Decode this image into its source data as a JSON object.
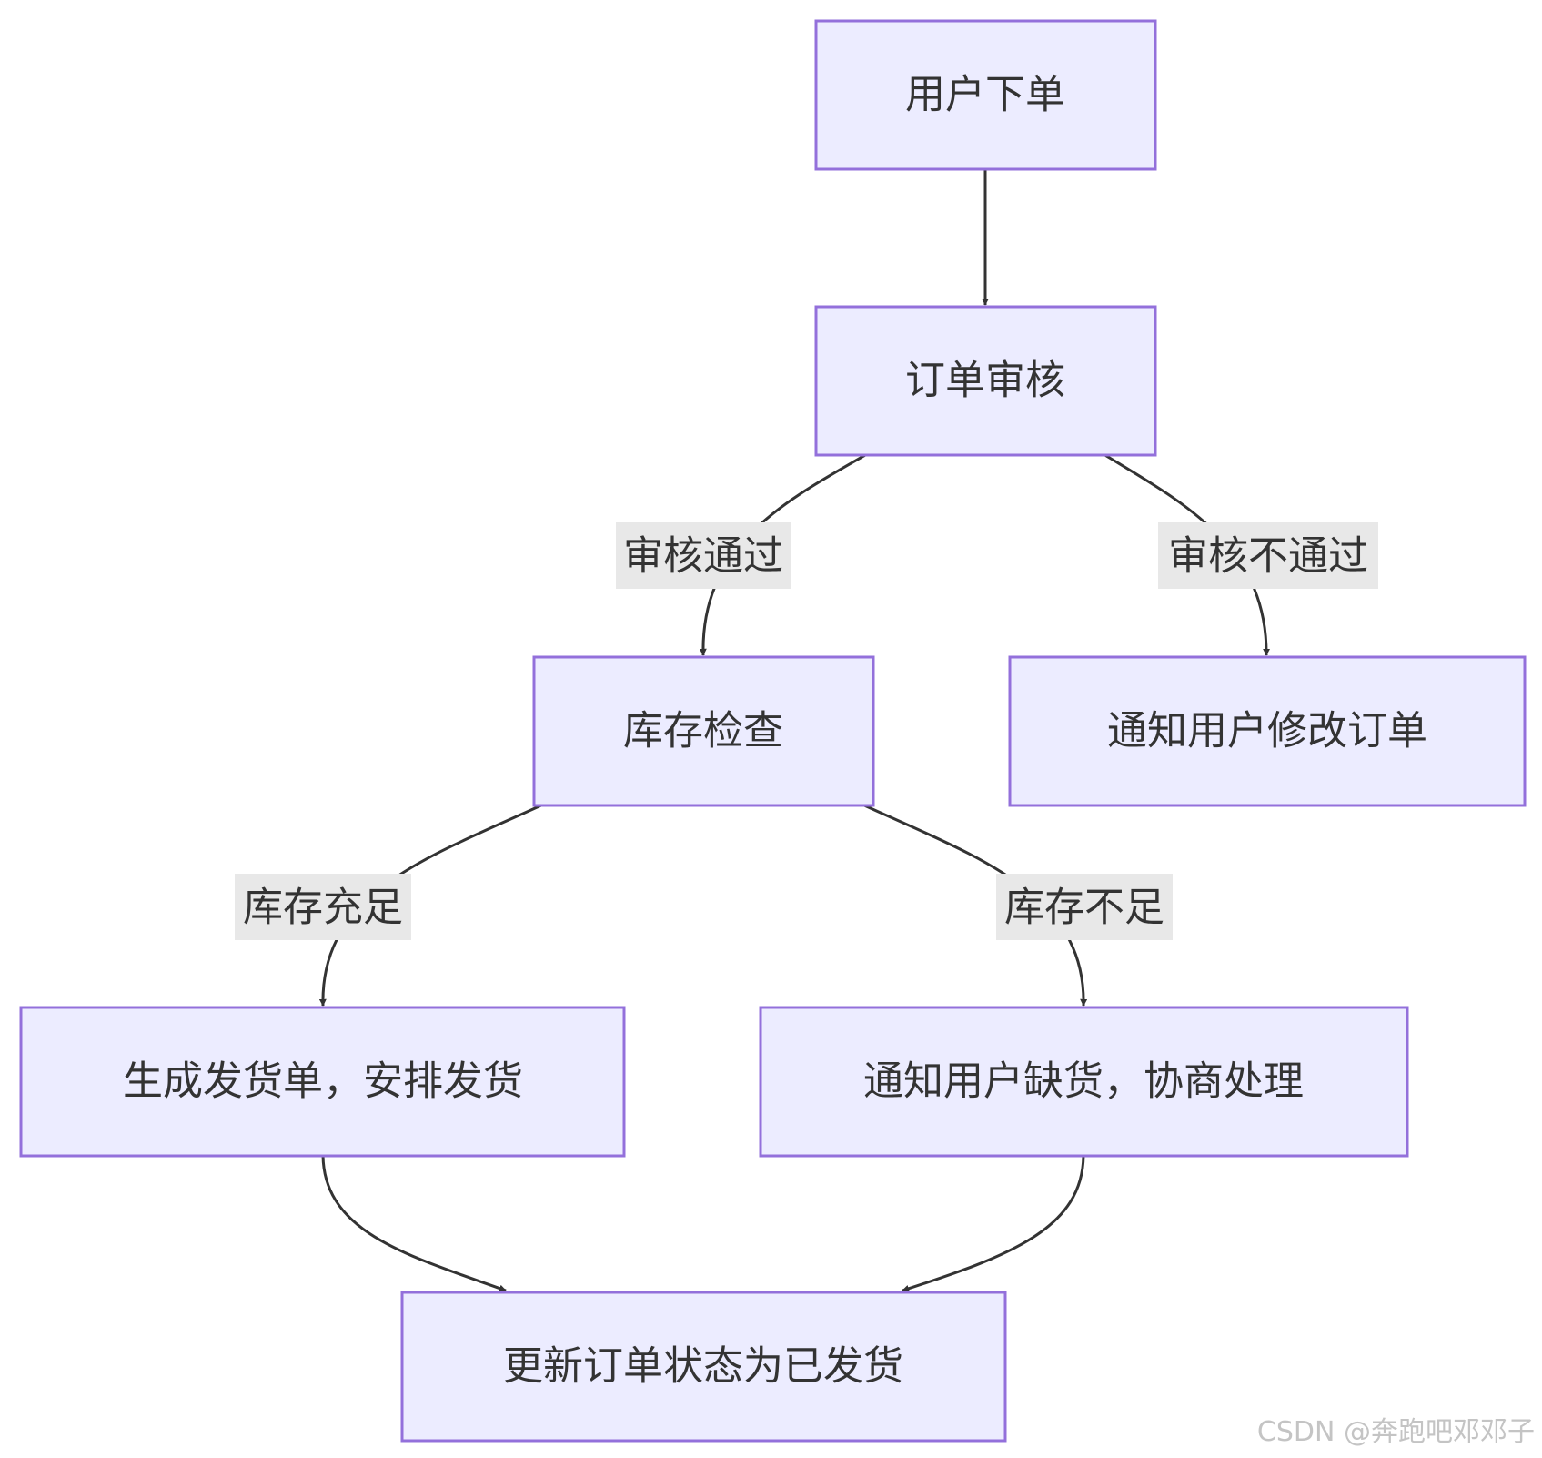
{
  "nodes": {
    "n1": "用户下单",
    "n2": "订单审核",
    "n3": "库存检查",
    "n4": "通知用户修改订单",
    "n5": "生成发货单，安排发货",
    "n6": "通知用户缺货，协商处理",
    "n7": "更新订单状态为已发货"
  },
  "edge_labels": {
    "approved": "审核通过",
    "rejected": "审核不通过",
    "in_stock": "库存充足",
    "out_of_stock": "库存不足"
  },
  "watermark": "CSDN @奔跑吧邓邓子",
  "colors": {
    "node_fill": "#ECECFF",
    "node_stroke": "#9370DB",
    "edge": "#333333",
    "label_bg": "#E8E8E8"
  }
}
